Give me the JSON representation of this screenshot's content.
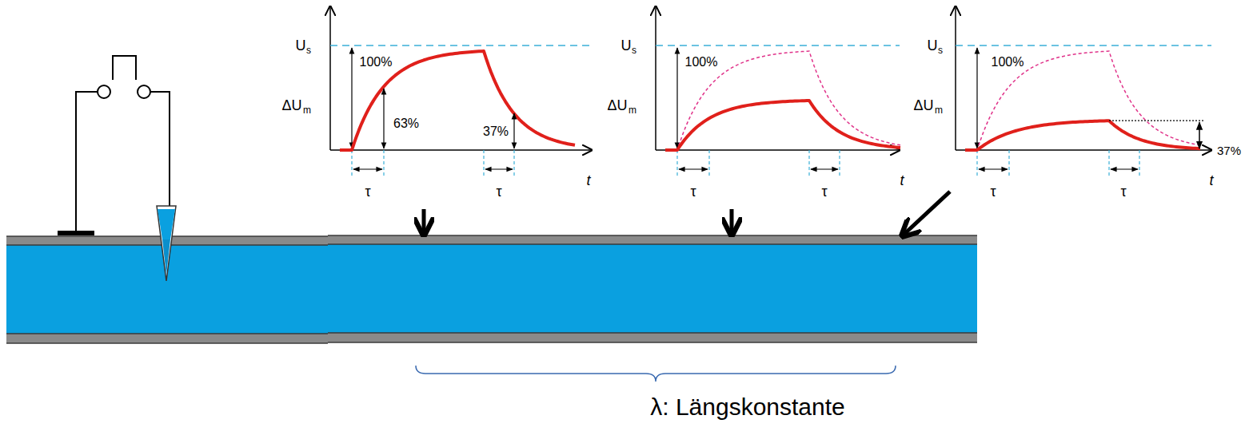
{
  "diagram": {
    "labels": [
      "U",
      "s",
      "100%",
      "ΔU",
      "m",
      "63%",
      "37%",
      "τ",
      "τ",
      "t",
      "U",
      "s",
      "100%",
      "ΔU",
      "m",
      "τ",
      "τ",
      "t",
      "U",
      "s",
      "100%",
      "ΔU",
      "m",
      "37%",
      "τ",
      "τ",
      "t",
      "λ: Längskonstante"
    ]
  }
}
